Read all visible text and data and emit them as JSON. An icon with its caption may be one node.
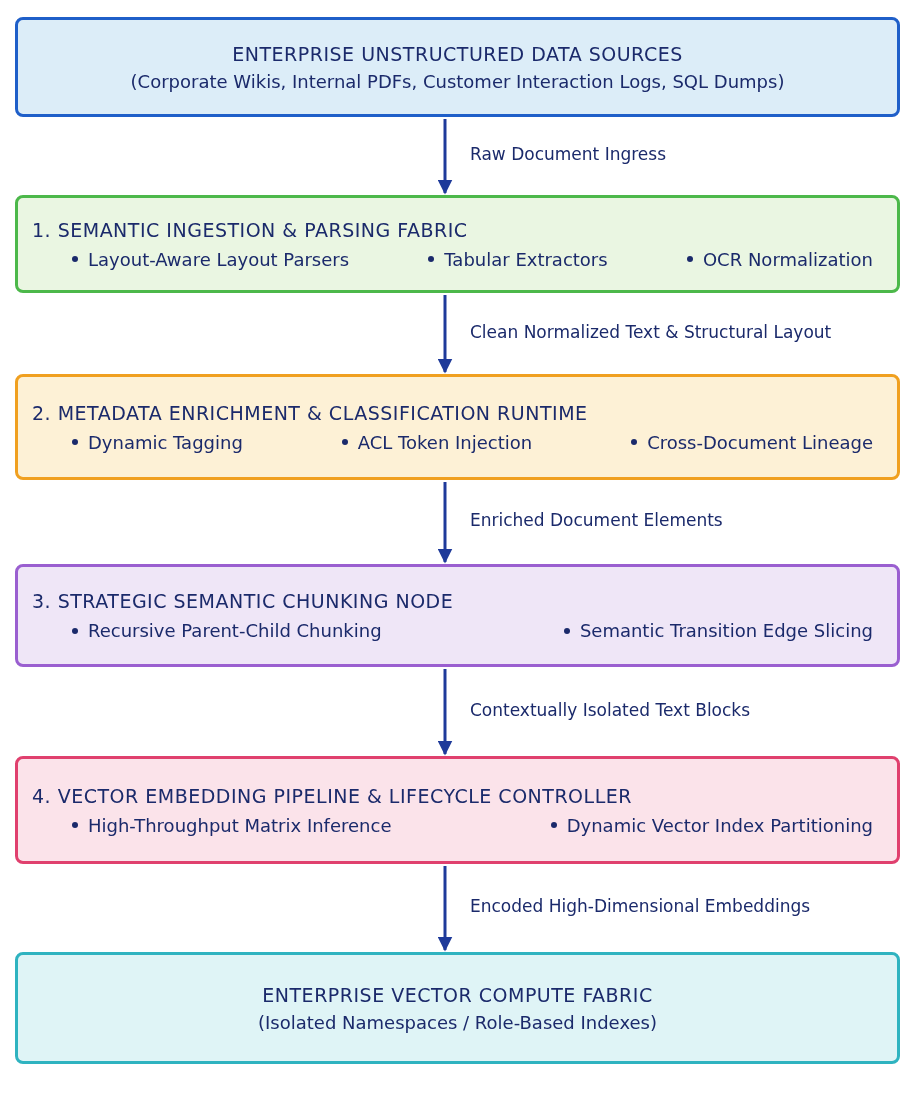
{
  "diagram": {
    "nodes": [
      {
        "text": [
          "ENTERPRISE UNSTRUCTURED DATA SOURCES",
          "(Corporate Wikis, Internal PDFs, Customer Interaction Logs, SQL Dumps)"
        ]
      },
      {
        "text": [
          "1. SEMANTIC INGESTION & PARSING FABRIC",
          "Layout-Aware Layout Parsers",
          "Tabular Extractors",
          "OCR Normalization"
        ]
      },
      {
        "text": [
          "2. METADATA ENRICHMENT & CLASSIFICATION RUNTIME",
          "Dynamic Tagging",
          "ACL Token Injection",
          "Cross-Document Lineage"
        ]
      },
      {
        "text": [
          "3. STRATEGIC SEMANTIC CHUNKING NODE",
          "Recursive Parent-Child Chunking",
          "Semantic Transition Edge Slicing"
        ]
      },
      {
        "text": [
          "4. VECTOR EMBEDDING PIPELINE & LIFECYCLE CONTROLLER",
          "High-Throughput Matrix Inference",
          "Dynamic Vector Index Partitioning"
        ]
      },
      {
        "text": [
          "ENTERPRISE VECTOR COMPUTE FABRIC",
          "(Isolated Namespaces / Role-Based Indexes)"
        ]
      }
    ],
    "edges": [
      {
        "from": 0,
        "to": 1,
        "arrow": "to",
        "label": "Raw Document Ingress"
      },
      {
        "from": 1,
        "to": 2,
        "arrow": "to",
        "label": "Clean Normalized Text & Structural Layout"
      },
      {
        "from": 2,
        "to": 3,
        "arrow": "to",
        "label": "Enriched Document Elements"
      },
      {
        "from": 3,
        "to": 4,
        "arrow": "to",
        "label": "Contextually Isolated Text Blocks"
      },
      {
        "from": 4,
        "to": 5,
        "arrow": "to",
        "label": "Encoded High-Dimensional Embeddings"
      }
    ]
  }
}
